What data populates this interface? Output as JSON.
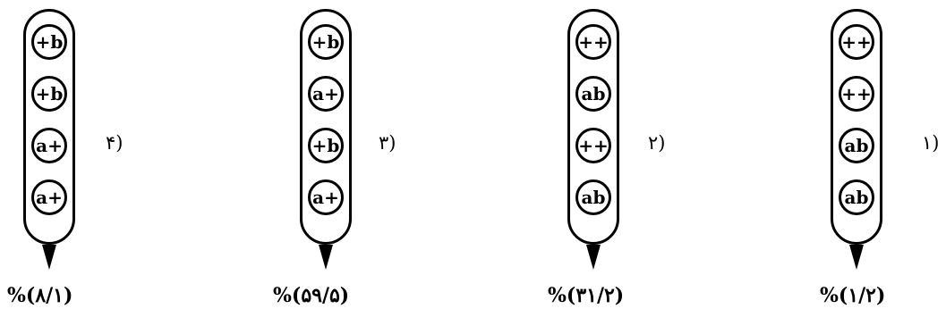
{
  "options": [
    {
      "number": "۴)",
      "percent": "%(۸/۱)",
      "beads": [
        "+b",
        "+b",
        "a+",
        "a+"
      ]
    },
    {
      "number": "۳)",
      "percent": "%(۵۹/۵)",
      "beads": [
        "+b",
        "a+",
        "+b",
        "a+"
      ]
    },
    {
      "number": "۲)",
      "percent": "%(۳۱/۲)",
      "beads": [
        "++",
        "ab",
        "++",
        "ab"
      ]
    },
    {
      "number": "۱)",
      "percent": "%(۱/۲)",
      "beads": [
        "++",
        "++",
        "ab",
        "ab"
      ]
    }
  ]
}
